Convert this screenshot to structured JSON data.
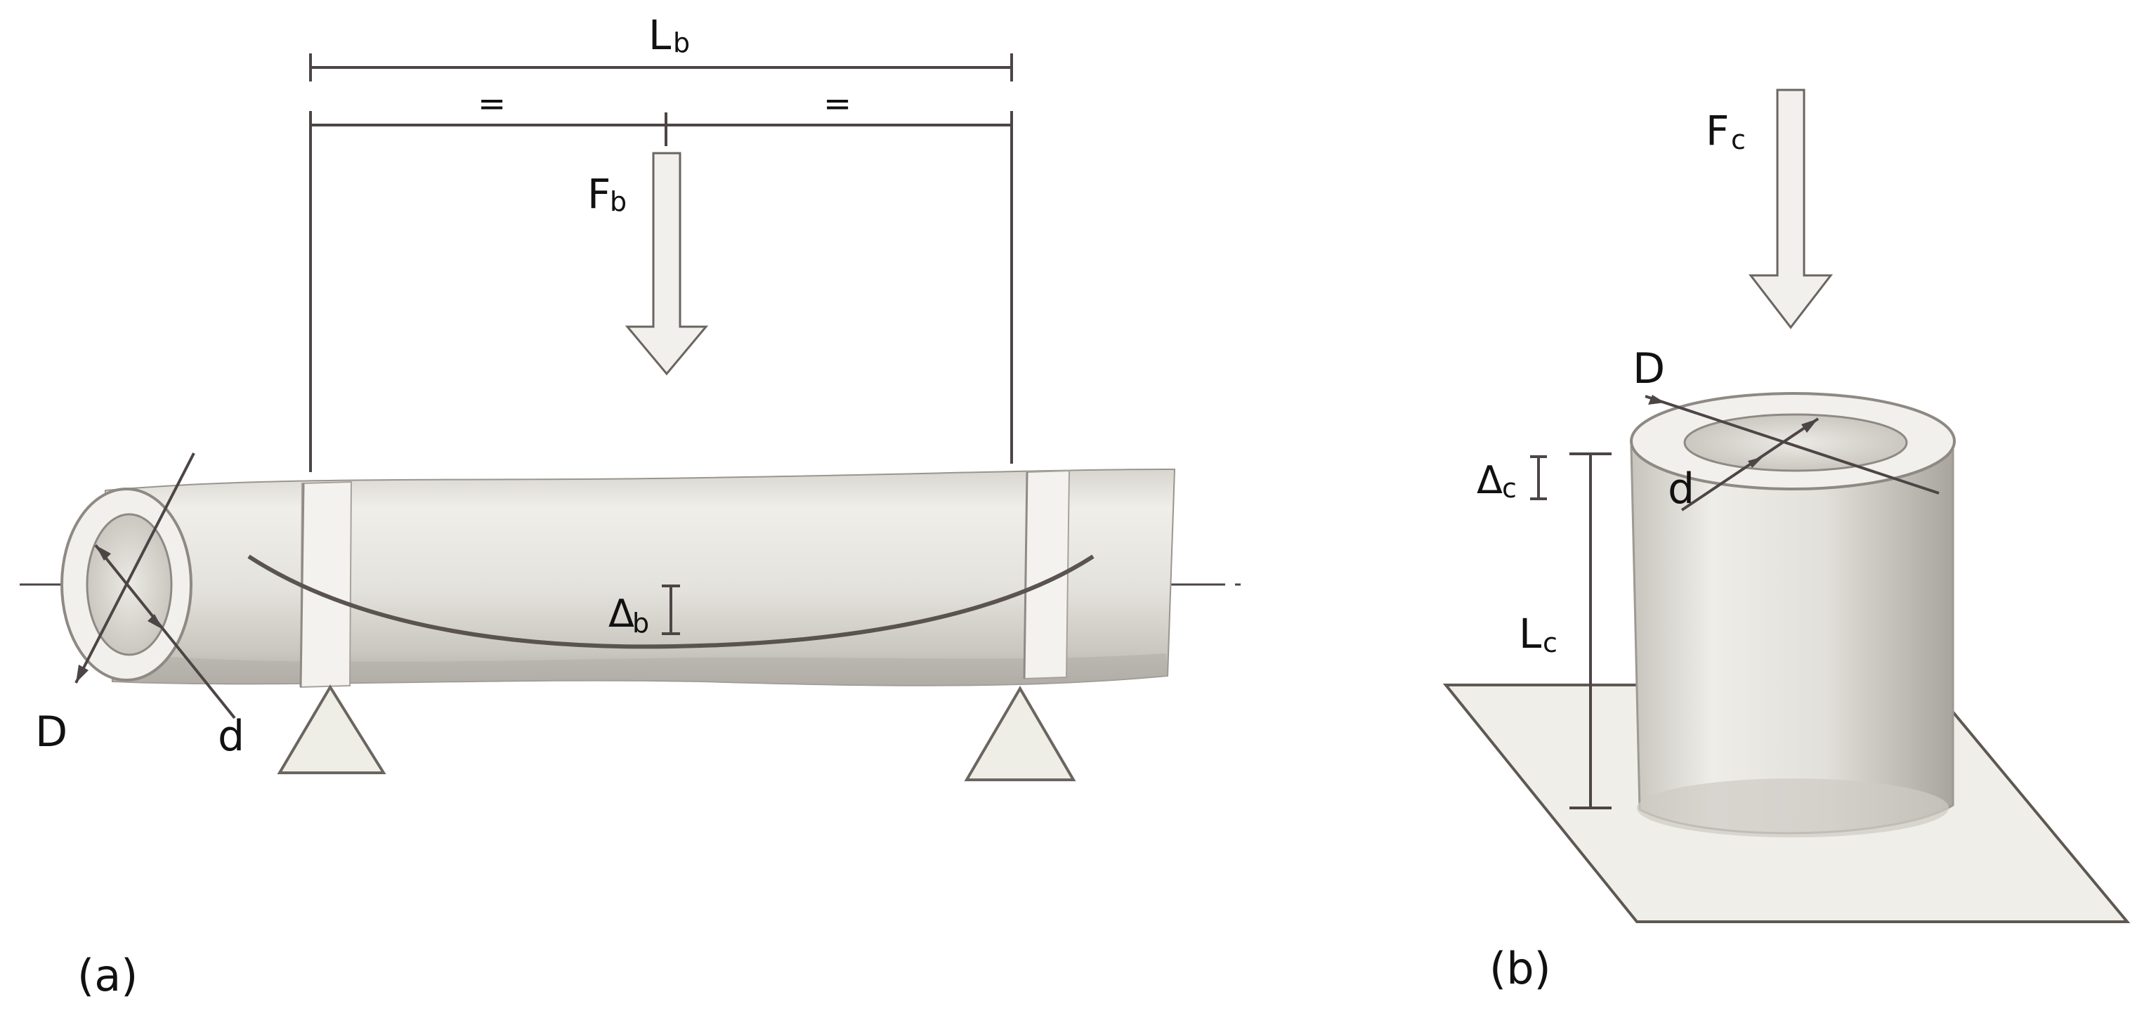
{
  "panel_a": {
    "caption": "(a)",
    "span_length": {
      "main": "L",
      "sub": "b"
    },
    "half_span_mark_left": "=",
    "half_span_mark_right": "=",
    "force": {
      "main": "F",
      "sub": "b"
    },
    "deflection": {
      "main": "Δ",
      "sub": "b"
    },
    "outer_diameter": "D",
    "inner_diameter": "d"
  },
  "panel_b": {
    "caption": "(b)",
    "force": {
      "main": "F",
      "sub": "c"
    },
    "outer_diameter": "D",
    "inner_diameter": "d",
    "shortening": {
      "main": "Δ",
      "sub": "c"
    },
    "length": {
      "main": "L",
      "sub": "c"
    }
  },
  "colors": {
    "ink": "#4d4545",
    "tube_fill": "#e6e4df",
    "tube_shade": "#b9b5ae",
    "support_fill": "#eeede6",
    "arrow_fill": "#f1f0ec"
  }
}
